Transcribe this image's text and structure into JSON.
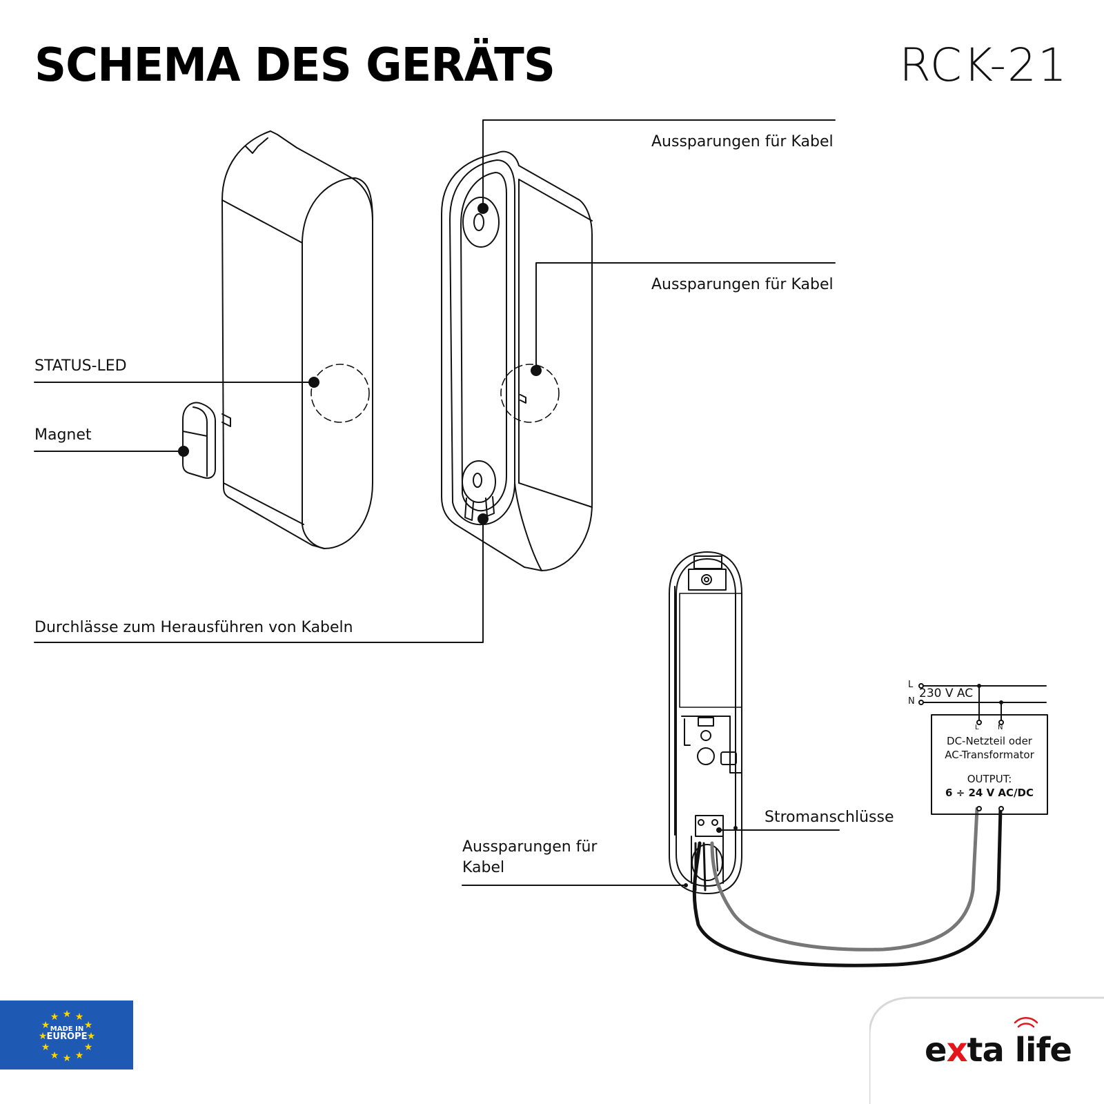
{
  "header": {
    "title": "SCHEMA DES GERÄTS",
    "model": "RCK-21"
  },
  "labels": {
    "cable_recess_top": "Aussparungen für Kabel",
    "cable_recess_mid": "Aussparungen für Kabel",
    "status_led": "STATUS-LED",
    "magnet": "Magnet",
    "cable_passages": "Durchlässe zum Herausführen von Kabeln",
    "power_terminals": "Stromanschlüsse",
    "cable_recess_bottom_line1": "Aussparungen für",
    "cable_recess_bottom_line2": "Kabel"
  },
  "wiring": {
    "line_L": "L",
    "line_N": "N",
    "mains_voltage": "230 V AC",
    "psu_terminal_L": "L",
    "psu_terminal_N": "N",
    "psu_name_line1": "DC-Netzteil oder",
    "psu_name_line2": "AC-Transformator",
    "output_label": "OUTPUT:",
    "output_value": "6 ÷ 24 V AC/DC",
    "wire_colors": {
      "gray": "#777777",
      "black": "#111111"
    }
  },
  "badge": {
    "line1": "MADE IN",
    "line2": "EUROPE",
    "flag_color": "#1e5ab4",
    "star_color": "#ffd500"
  },
  "brand": {
    "part1": "e",
    "part2": "x",
    "part3": "ta life",
    "accent_color": "#e3161e"
  }
}
